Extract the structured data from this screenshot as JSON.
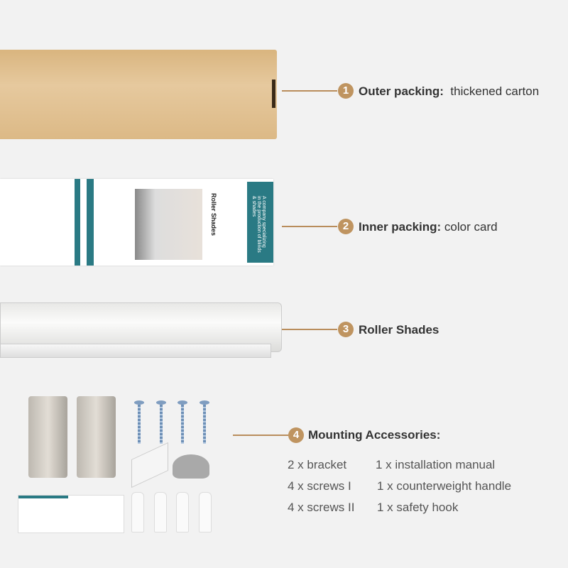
{
  "items": [
    {
      "number": "1",
      "title": "Outer packing:",
      "desc": "thickened carton"
    },
    {
      "number": "2",
      "title": "Inner packing:",
      "desc": "color card"
    },
    {
      "number": "3",
      "title": "Roller Shades",
      "desc": ""
    },
    {
      "number": "4",
      "title": "Mounting Accessories:",
      "desc": ""
    }
  ],
  "accessories": {
    "left": [
      "2 x bracket",
      "4 x screws I",
      "4 x screws II"
    ],
    "right": [
      "1 x installation manual",
      "1 x counterweight handle",
      "1 x safety hook"
    ]
  },
  "color_card": {
    "title": "Roller Shades",
    "tagline": "A company specializing in the production of blinds & shades"
  },
  "colors": {
    "accent": "#bf9460",
    "teal": "#2a7a84",
    "background": "#f2f2f2"
  }
}
